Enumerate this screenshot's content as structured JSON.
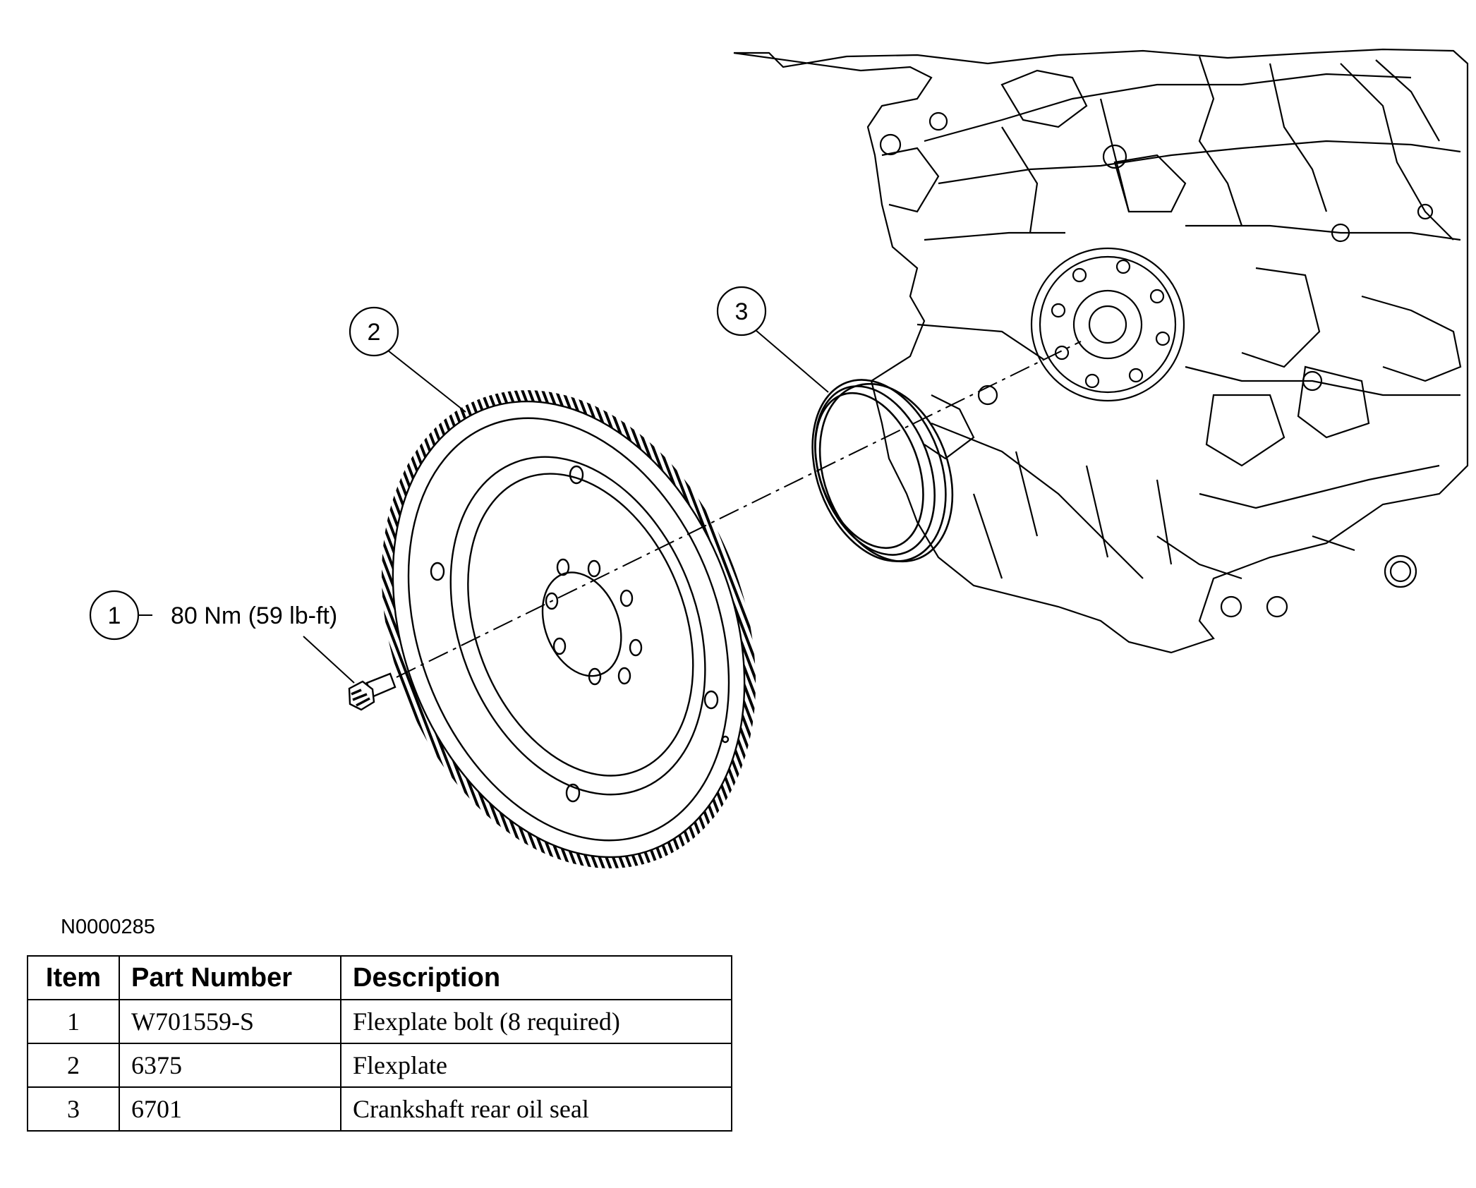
{
  "callouts": {
    "c1": "1",
    "c2": "2",
    "c3": "3",
    "torque": "80 Nm (59 lb-ft)"
  },
  "figure_id": "N0000285",
  "table": {
    "headers": [
      "Item",
      "Part Number",
      "Description"
    ],
    "rows": [
      [
        "1",
        "W701559-S",
        "Flexplate bolt (8 required)"
      ],
      [
        "2",
        "6375",
        "Flexplate"
      ],
      [
        "3",
        "6701",
        "Crankshaft rear oil seal"
      ]
    ]
  }
}
